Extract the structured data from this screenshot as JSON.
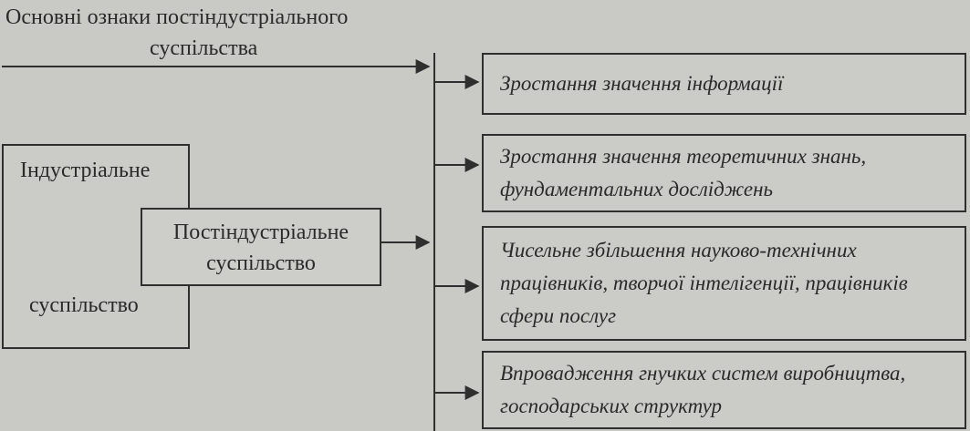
{
  "title": {
    "line1": "Основні ознаки постіндустріального",
    "line2": "суспільства"
  },
  "industrial_society": {
    "line1": "Індустріальне",
    "line2": "суспільство"
  },
  "postindustrial_society": {
    "line1": "Постіндустріальне",
    "line2": "суспільство"
  },
  "features": [
    {
      "text": "Зростання значення інформації"
    },
    {
      "text": "Зростання значення теоретичних знань, фундаментальних досліджень"
    },
    {
      "text": "Чисельне збільшення науково-технічних працівників, творчої інтелігенції, працівників сфери послуг"
    },
    {
      "text": "Впровадження гнучких систем виробництва, господарських структур"
    }
  ]
}
